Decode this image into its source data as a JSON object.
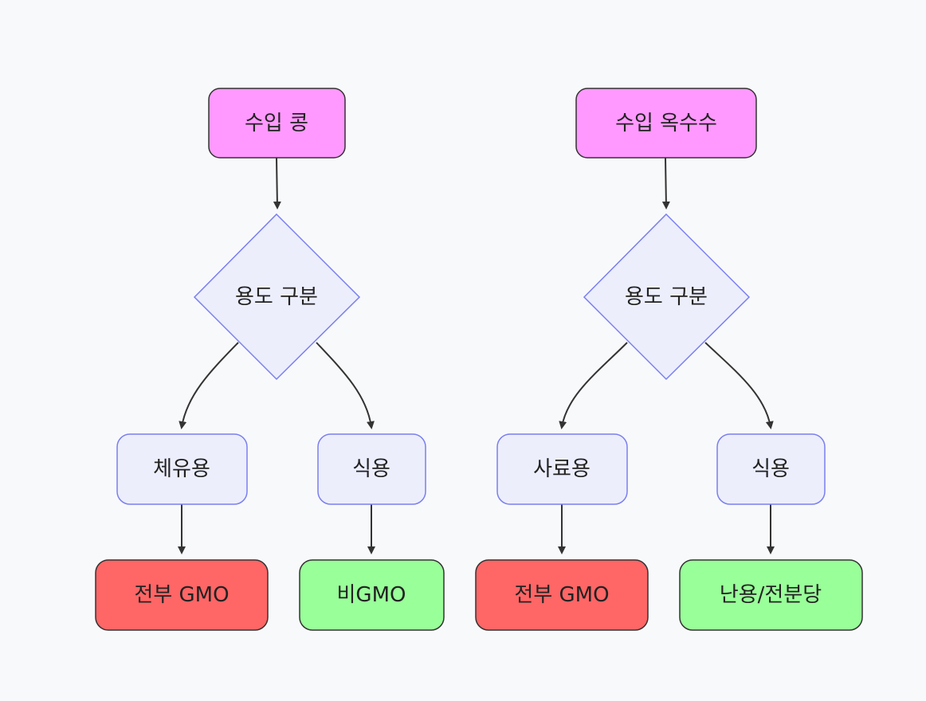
{
  "colors": {
    "source_fill": "#ff99ff",
    "decision_fill": "#eceefc",
    "decision_stroke": "#7a7ff0",
    "category_fill": "#eceefc",
    "gmo_fill": "#ff6666",
    "non_gmo_fill": "#99ff99",
    "edge": "#333333",
    "node_stroke": "#333333"
  },
  "flow_left": {
    "source": "수입 콩",
    "decision": "용도 구분",
    "branch_a": "체유용",
    "branch_b": "식용",
    "result_a": "전부 GMO",
    "result_b": "비GMO"
  },
  "flow_right": {
    "source": "수입 옥수수",
    "decision": "용도 구분",
    "branch_a": "사료용",
    "branch_b": "식용",
    "result_a": "전부 GMO",
    "result_b": "난용/전분당"
  }
}
